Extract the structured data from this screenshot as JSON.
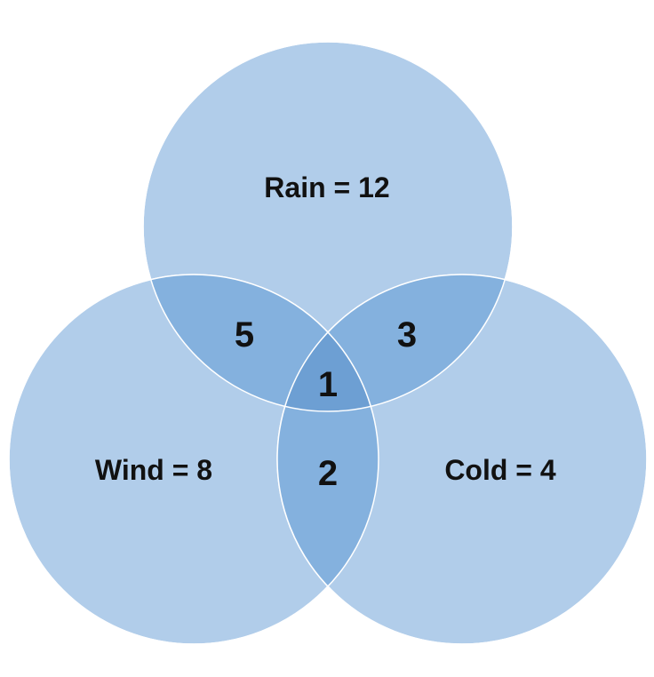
{
  "sets": {
    "rain": {
      "label": "Rain = 12"
    },
    "wind": {
      "label": "Wind = 8"
    },
    "cold": {
      "label": "Cold = 4"
    }
  },
  "regions": {
    "rain_wind": "5",
    "rain_cold": "3",
    "rain_wind_cold": "1",
    "wind_cold": "2"
  },
  "colors": {
    "circle_fill": "#A9C8E8",
    "two_overlap": "#84B1DE",
    "three_overlap": "#6D9FD3",
    "outline": "#ffffff",
    "text": "#111111"
  }
}
